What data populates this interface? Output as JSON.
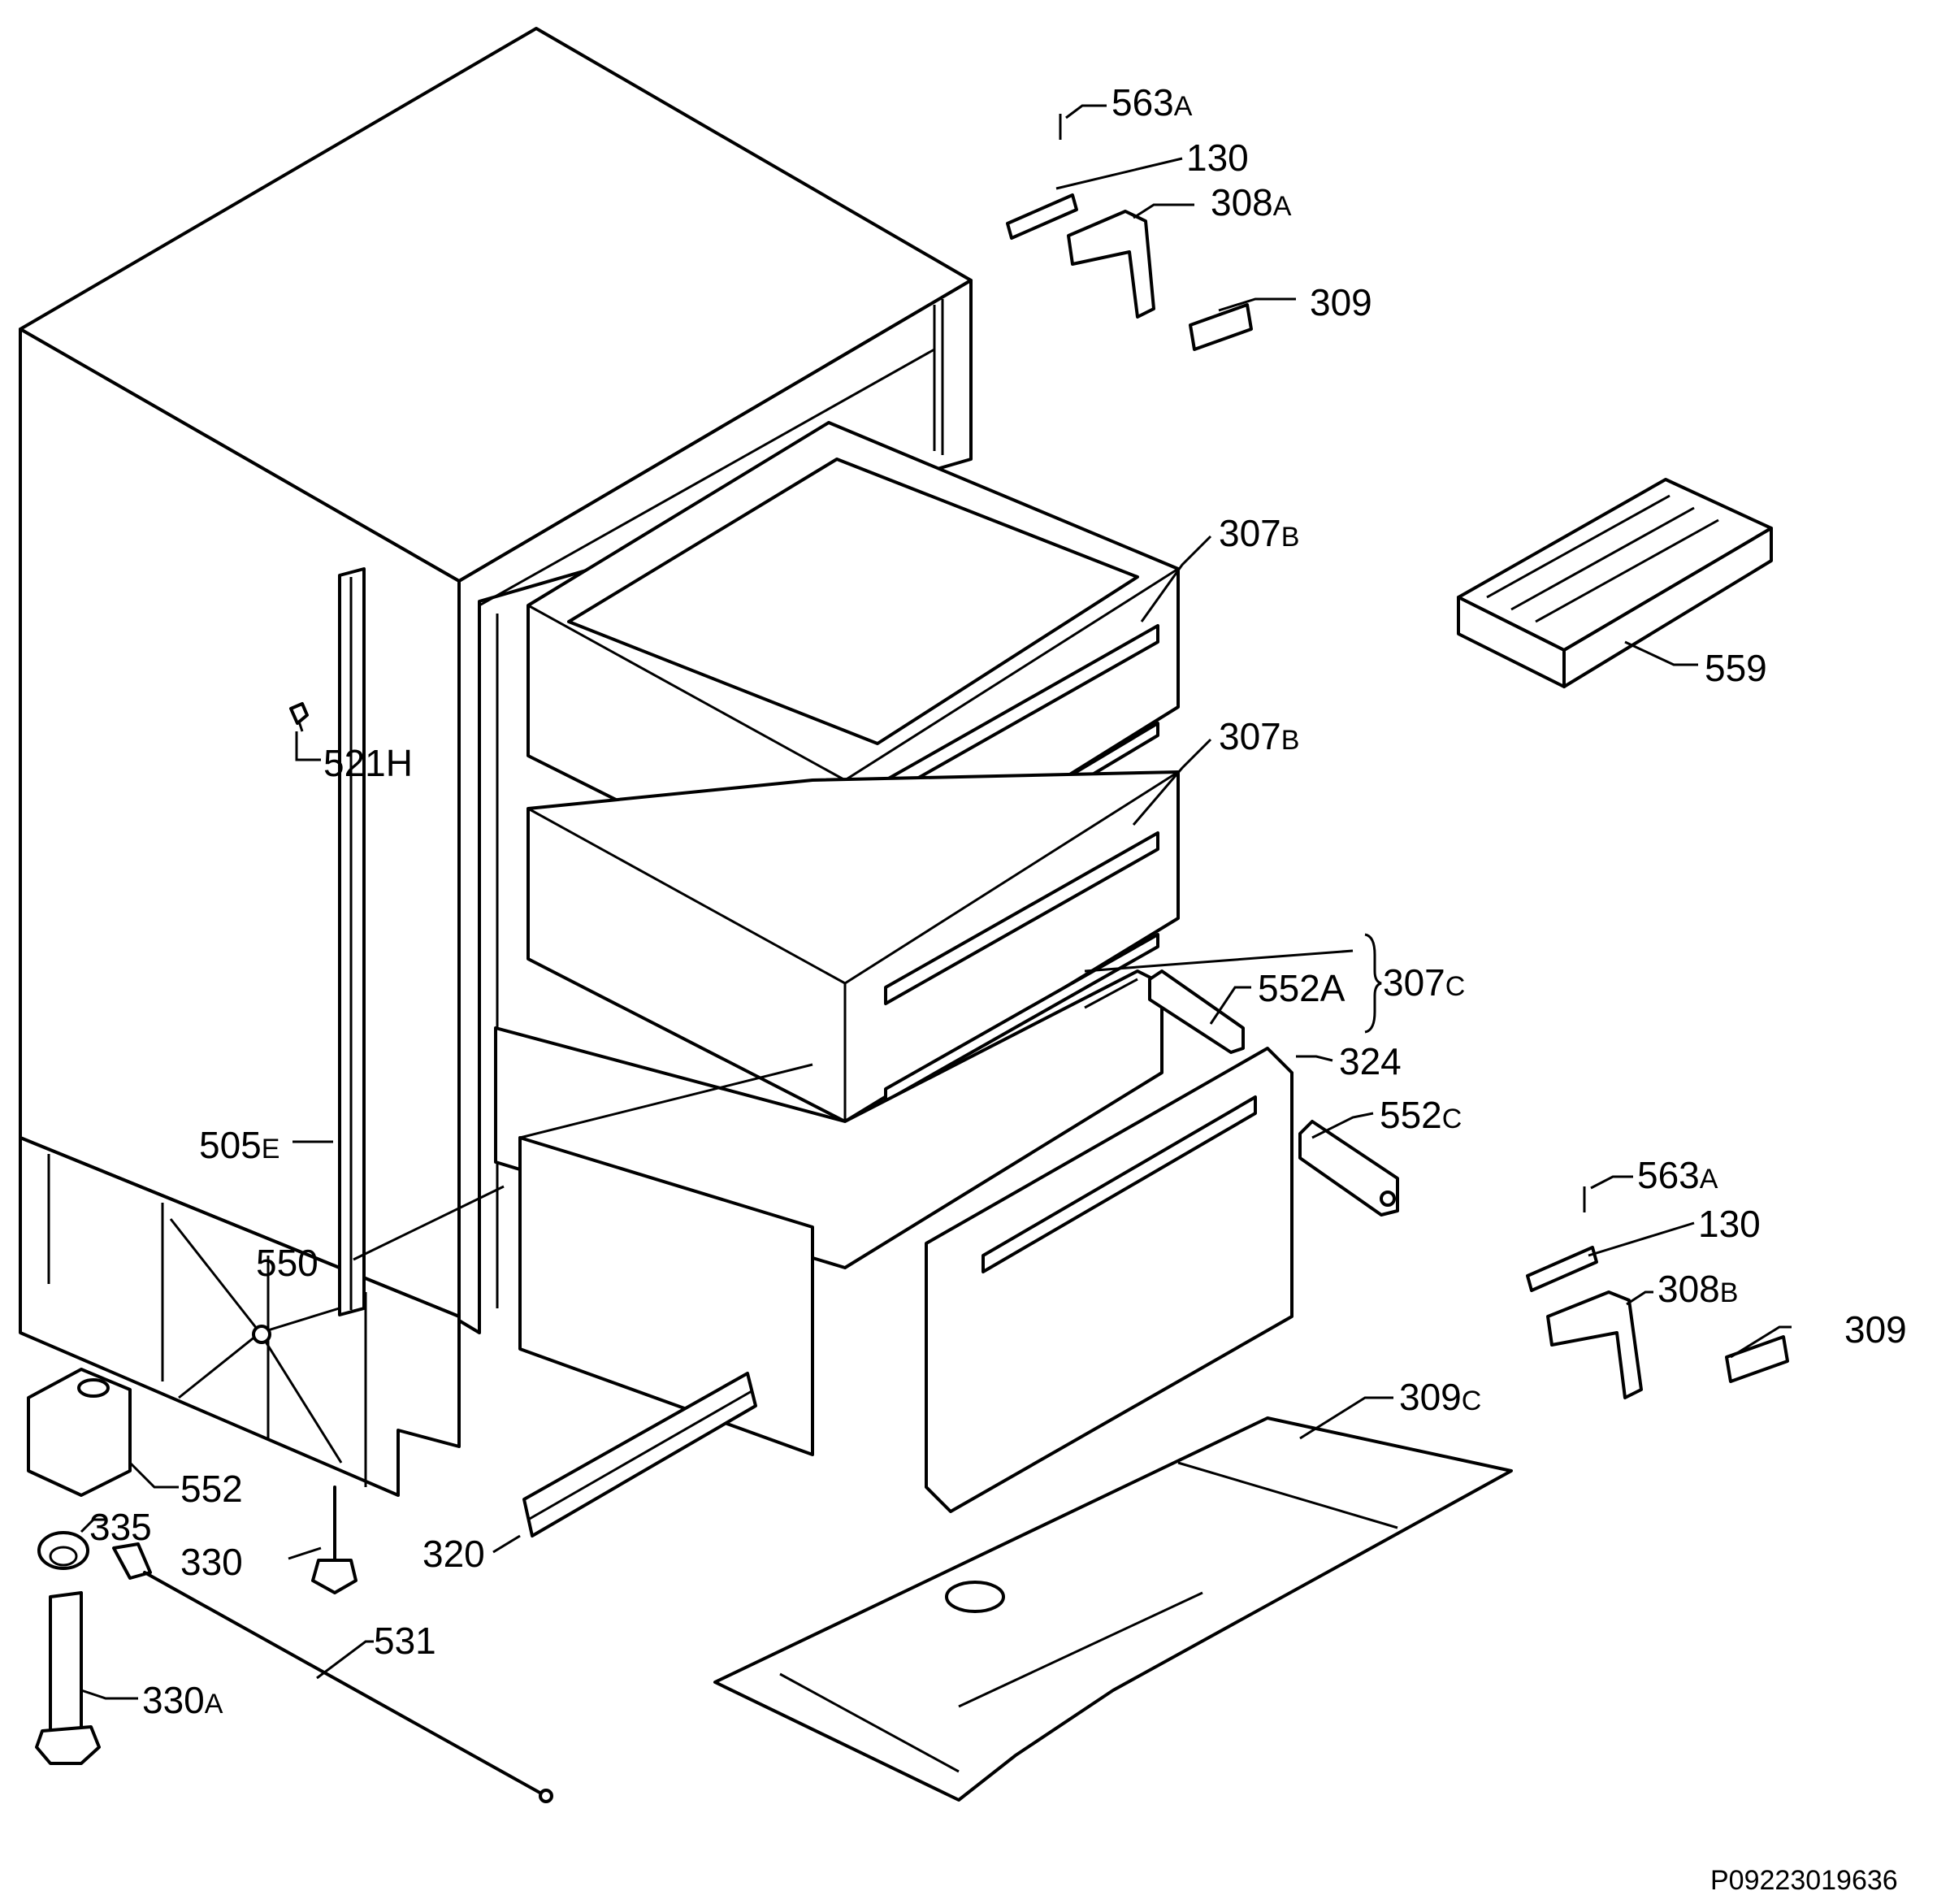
{
  "drawing_id": "P09223019636",
  "labels": {
    "l563a_top": {
      "num": "563",
      "suf": "A"
    },
    "l130_top": {
      "num": "130",
      "suf": ""
    },
    "l308a": {
      "num": "308",
      "suf": "A"
    },
    "l309_top": {
      "num": "309",
      "suf": ""
    },
    "l307b_1": {
      "num": "307",
      "suf": "B"
    },
    "l307b_2": {
      "num": "307",
      "suf": "B"
    },
    "l559": {
      "num": "559",
      "suf": ""
    },
    "l521h": {
      "num": "521H",
      "suf": ""
    },
    "l307c": {
      "num": "307",
      "suf": "C"
    },
    "l552a": {
      "num": "552A",
      "suf": ""
    },
    "l324": {
      "num": "324",
      "suf": ""
    },
    "l552c": {
      "num": "552",
      "suf": "C"
    },
    "l505e": {
      "num": "505",
      "suf": "E"
    },
    "l550": {
      "num": "550",
      "suf": ""
    },
    "l563a_bot": {
      "num": "563",
      "suf": "A"
    },
    "l130_bot": {
      "num": "130",
      "suf": ""
    },
    "l308b": {
      "num": "308",
      "suf": "B"
    },
    "l309_bot": {
      "num": "309",
      "suf": ""
    },
    "l309c": {
      "num": "309",
      "suf": "C"
    },
    "l552": {
      "num": "552",
      "suf": ""
    },
    "l335": {
      "num": "335",
      "suf": ""
    },
    "l330": {
      "num": "330",
      "suf": ""
    },
    "l320": {
      "num": "320",
      "suf": ""
    },
    "l531": {
      "num": "531",
      "suf": ""
    },
    "l330a": {
      "num": "330",
      "suf": "A"
    }
  }
}
